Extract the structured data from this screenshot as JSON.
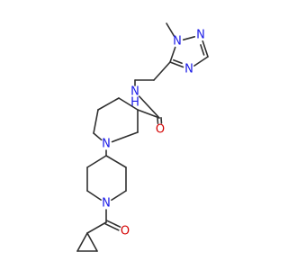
{
  "colors": {
    "bond": "#2f2f2f",
    "O": "#d40000",
    "N": "#1a1ae6",
    "C": "#2f2f2f",
    "background": "#ffffff"
  },
  "molecule": {
    "atoms": [
      {
        "id": "me",
        "element": "C",
        "label": ""
      },
      {
        "id": "n1",
        "element": "N",
        "label": "N"
      },
      {
        "id": "n2",
        "element": "N",
        "label": "N"
      },
      {
        "id": "c3",
        "element": "C",
        "label": ""
      },
      {
        "id": "n4",
        "element": "N",
        "label": "N"
      },
      {
        "id": "c5",
        "element": "C",
        "label": ""
      },
      {
        "id": "ea",
        "element": "C",
        "label": ""
      },
      {
        "id": "eb",
        "element": "C",
        "label": ""
      },
      {
        "id": "nh",
        "element": "N",
        "label": "N",
        "suffix": "H"
      },
      {
        "id": "co",
        "element": "C",
        "label": ""
      },
      {
        "id": "oa",
        "element": "O",
        "label": "O"
      },
      {
        "id": "p3",
        "element": "C",
        "label": ""
      },
      {
        "id": "p2",
        "element": "C",
        "label": ""
      },
      {
        "id": "pn",
        "element": "N",
        "label": "N"
      },
      {
        "id": "p6",
        "element": "C",
        "label": ""
      },
      {
        "id": "p5",
        "element": "C",
        "label": ""
      },
      {
        "id": "p4",
        "element": "C",
        "label": ""
      },
      {
        "id": "q4",
        "element": "C",
        "label": ""
      },
      {
        "id": "q3",
        "element": "C",
        "label": ""
      },
      {
        "id": "q2",
        "element": "C",
        "label": ""
      },
      {
        "id": "qn",
        "element": "N",
        "label": "N"
      },
      {
        "id": "q6",
        "element": "C",
        "label": ""
      },
      {
        "id": "q5",
        "element": "C",
        "label": ""
      },
      {
        "id": "cc",
        "element": "C",
        "label": ""
      },
      {
        "id": "ob",
        "element": "O",
        "label": "O"
      },
      {
        "id": "cp1",
        "element": "C",
        "label": ""
      },
      {
        "id": "cp2",
        "element": "C",
        "label": ""
      },
      {
        "id": "cp3",
        "element": "C",
        "label": ""
      }
    ],
    "bonds": [
      {
        "a": "me",
        "b": "n1",
        "order": 1
      },
      {
        "a": "n1",
        "b": "n2",
        "order": 1
      },
      {
        "a": "n2",
        "b": "c3",
        "order": 2
      },
      {
        "a": "c3",
        "b": "n4",
        "order": 1
      },
      {
        "a": "n4",
        "b": "c5",
        "order": 2
      },
      {
        "a": "c5",
        "b": "n1",
        "order": 1
      },
      {
        "a": "c5",
        "b": "ea",
        "order": 1
      },
      {
        "a": "ea",
        "b": "eb",
        "order": 1
      },
      {
        "a": "eb",
        "b": "nh",
        "order": 1
      },
      {
        "a": "nh",
        "b": "co",
        "order": 1
      },
      {
        "a": "co",
        "b": "oa",
        "order": 2
      },
      {
        "a": "co",
        "b": "p3",
        "order": 1
      },
      {
        "a": "p3",
        "b": "p2",
        "order": 1
      },
      {
        "a": "p2",
        "b": "pn",
        "order": 1
      },
      {
        "a": "pn",
        "b": "p6",
        "order": 1
      },
      {
        "a": "p6",
        "b": "p5",
        "order": 1
      },
      {
        "a": "p5",
        "b": "p4",
        "order": 1
      },
      {
        "a": "p4",
        "b": "p3",
        "order": 1
      },
      {
        "a": "pn",
        "b": "q4",
        "order": 1
      },
      {
        "a": "q4",
        "b": "q3",
        "order": 1
      },
      {
        "a": "q3",
        "b": "q2",
        "order": 1
      },
      {
        "a": "q2",
        "b": "qn",
        "order": 1
      },
      {
        "a": "qn",
        "b": "q6",
        "order": 1
      },
      {
        "a": "q6",
        "b": "q5",
        "order": 1
      },
      {
        "a": "q5",
        "b": "q4",
        "order": 1
      },
      {
        "a": "qn",
        "b": "cc",
        "order": 1
      },
      {
        "a": "cc",
        "b": "ob",
        "order": 2
      },
      {
        "a": "cc",
        "b": "cp1",
        "order": 1
      },
      {
        "a": "cp1",
        "b": "cp2",
        "order": 1
      },
      {
        "a": "cp2",
        "b": "cp3",
        "order": 1
      },
      {
        "a": "cp3",
        "b": "cp1",
        "order": 1
      }
    ]
  }
}
